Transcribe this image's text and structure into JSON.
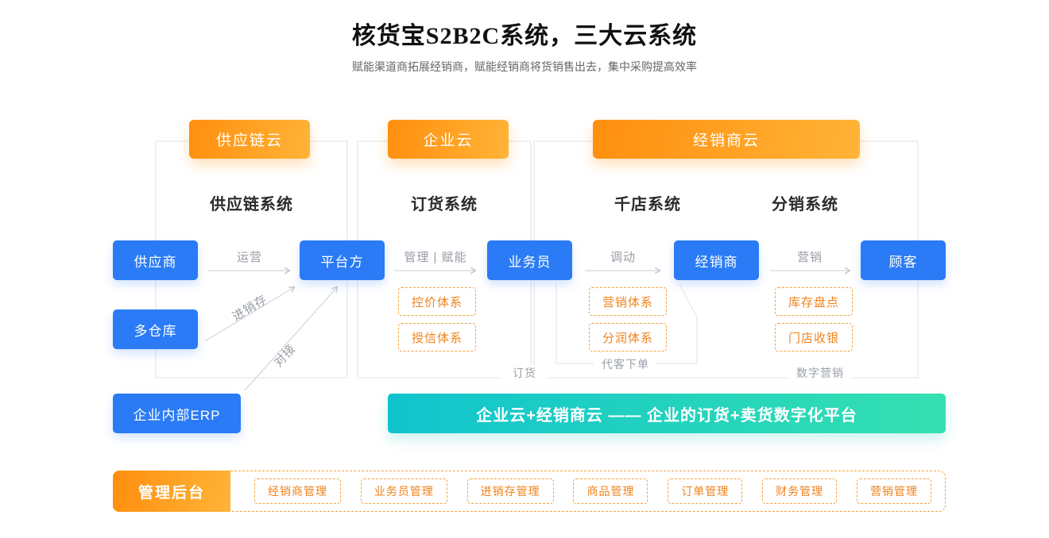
{
  "header": {
    "title": "核货宝S2B2C系统，三大云系统",
    "subtitle": "赋能渠道商拓展经销商，赋能经销商将货销售出去，集中采购提高效率"
  },
  "clouds": [
    "供应链云",
    "企业云",
    "经销商云"
  ],
  "systems": [
    "供应链系统",
    "订货系统",
    "千店系统",
    "分销系统"
  ],
  "nodes": {
    "supplier": "供应商",
    "warehouse": "多仓库",
    "erp": "企业内部ERP",
    "platform": "平台方",
    "salesman": "业务员",
    "distributor": "经销商",
    "customer": "顾客"
  },
  "flows": {
    "operation": "运营",
    "inventory": "进销存",
    "connect": "对接",
    "manage": "管理 | 赋能",
    "mobilize": "调动",
    "marketing": "营销"
  },
  "capabilities": {
    "enterprise": [
      "控价体系",
      "授信体系"
    ],
    "thousand_store": [
      "营销体系",
      "分润体系"
    ],
    "distribution": [
      "库存盘点",
      "门店收银"
    ]
  },
  "footnotes": {
    "ordering": "订货",
    "proxy_order": "代客下单",
    "digital_marketing": "数字营销"
  },
  "banner": "企业云+经销商云 —— 企业的订货+卖货数字化平台",
  "admin": {
    "label": "管理后台",
    "modules": [
      "经销商管理",
      "业务员管理",
      "进销存管理",
      "商品管理",
      "订单管理",
      "财务管理",
      "营销管理"
    ]
  },
  "colors": {
    "accent_orange": "#FF9318",
    "accent_blue": "#2A7BF5",
    "accent_teal": "#10C4CD",
    "line_gray": "#E2E2E2"
  }
}
